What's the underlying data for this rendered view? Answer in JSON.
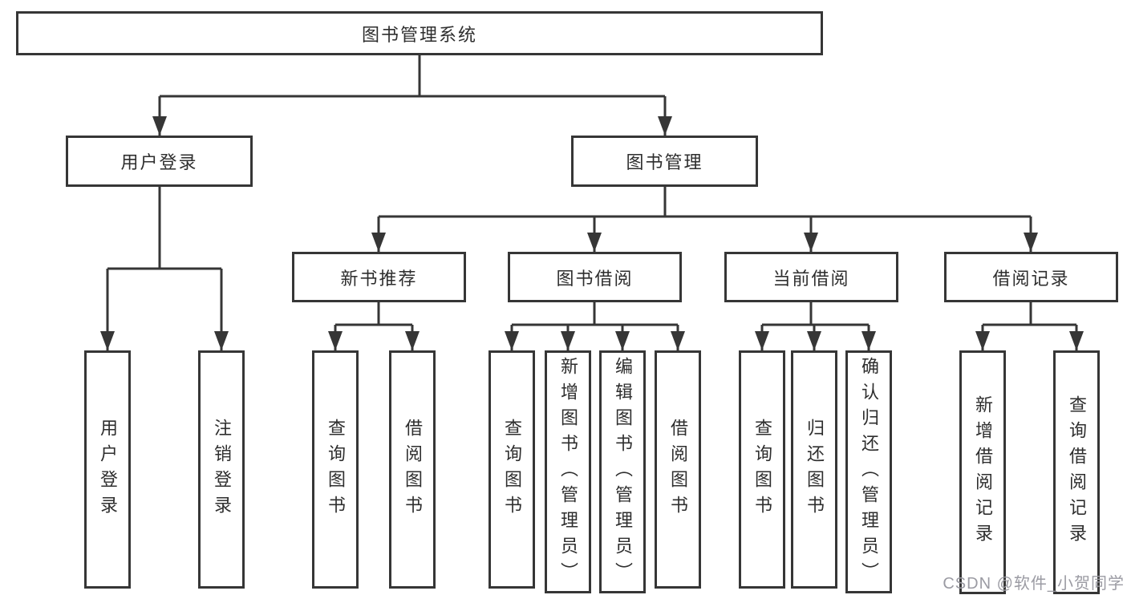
{
  "diagram": {
    "type": "hierarchy-tree",
    "root": {
      "label": "图书管理系统"
    },
    "level2": [
      {
        "label": "用户登录",
        "parent": "图书管理系统"
      },
      {
        "label": "图书管理",
        "parent": "图书管理系统"
      }
    ],
    "level3": [
      {
        "label": "新书推荐",
        "parent": "图书管理"
      },
      {
        "label": "图书借阅",
        "parent": "图书管理"
      },
      {
        "label": "当前借阅",
        "parent": "图书管理"
      },
      {
        "label": "借阅记录",
        "parent": "图书管理"
      }
    ],
    "leaves": [
      {
        "label": "用户登录",
        "parent": "用户登录"
      },
      {
        "label": "注销登录",
        "parent": "用户登录"
      },
      {
        "label": "查询图书",
        "parent": "新书推荐"
      },
      {
        "label": "借阅图书",
        "parent": "新书推荐"
      },
      {
        "label": "查询图书",
        "parent": "图书借阅"
      },
      {
        "label": "新增图书（管理员）",
        "parent": "图书借阅"
      },
      {
        "label": "编辑图书（管理员）",
        "parent": "图书借阅"
      },
      {
        "label": "借阅图书",
        "parent": "图书借阅"
      },
      {
        "label": "查询图书",
        "parent": "当前借阅"
      },
      {
        "label": "归还图书",
        "parent": "当前借阅"
      },
      {
        "label": "确认归还（管理员）",
        "parent": "当前借阅"
      },
      {
        "label": "新增借阅记录",
        "parent": "借阅记录"
      },
      {
        "label": "查询借阅记录",
        "parent": "借阅记录"
      }
    ],
    "watermark": "CSDN @软件_小贺同学",
    "colors": {
      "line": "#363636",
      "box_border": "#363636",
      "text": "#2e2e2e",
      "watermark": "#9b9ba3",
      "background": "#ffffff"
    }
  }
}
